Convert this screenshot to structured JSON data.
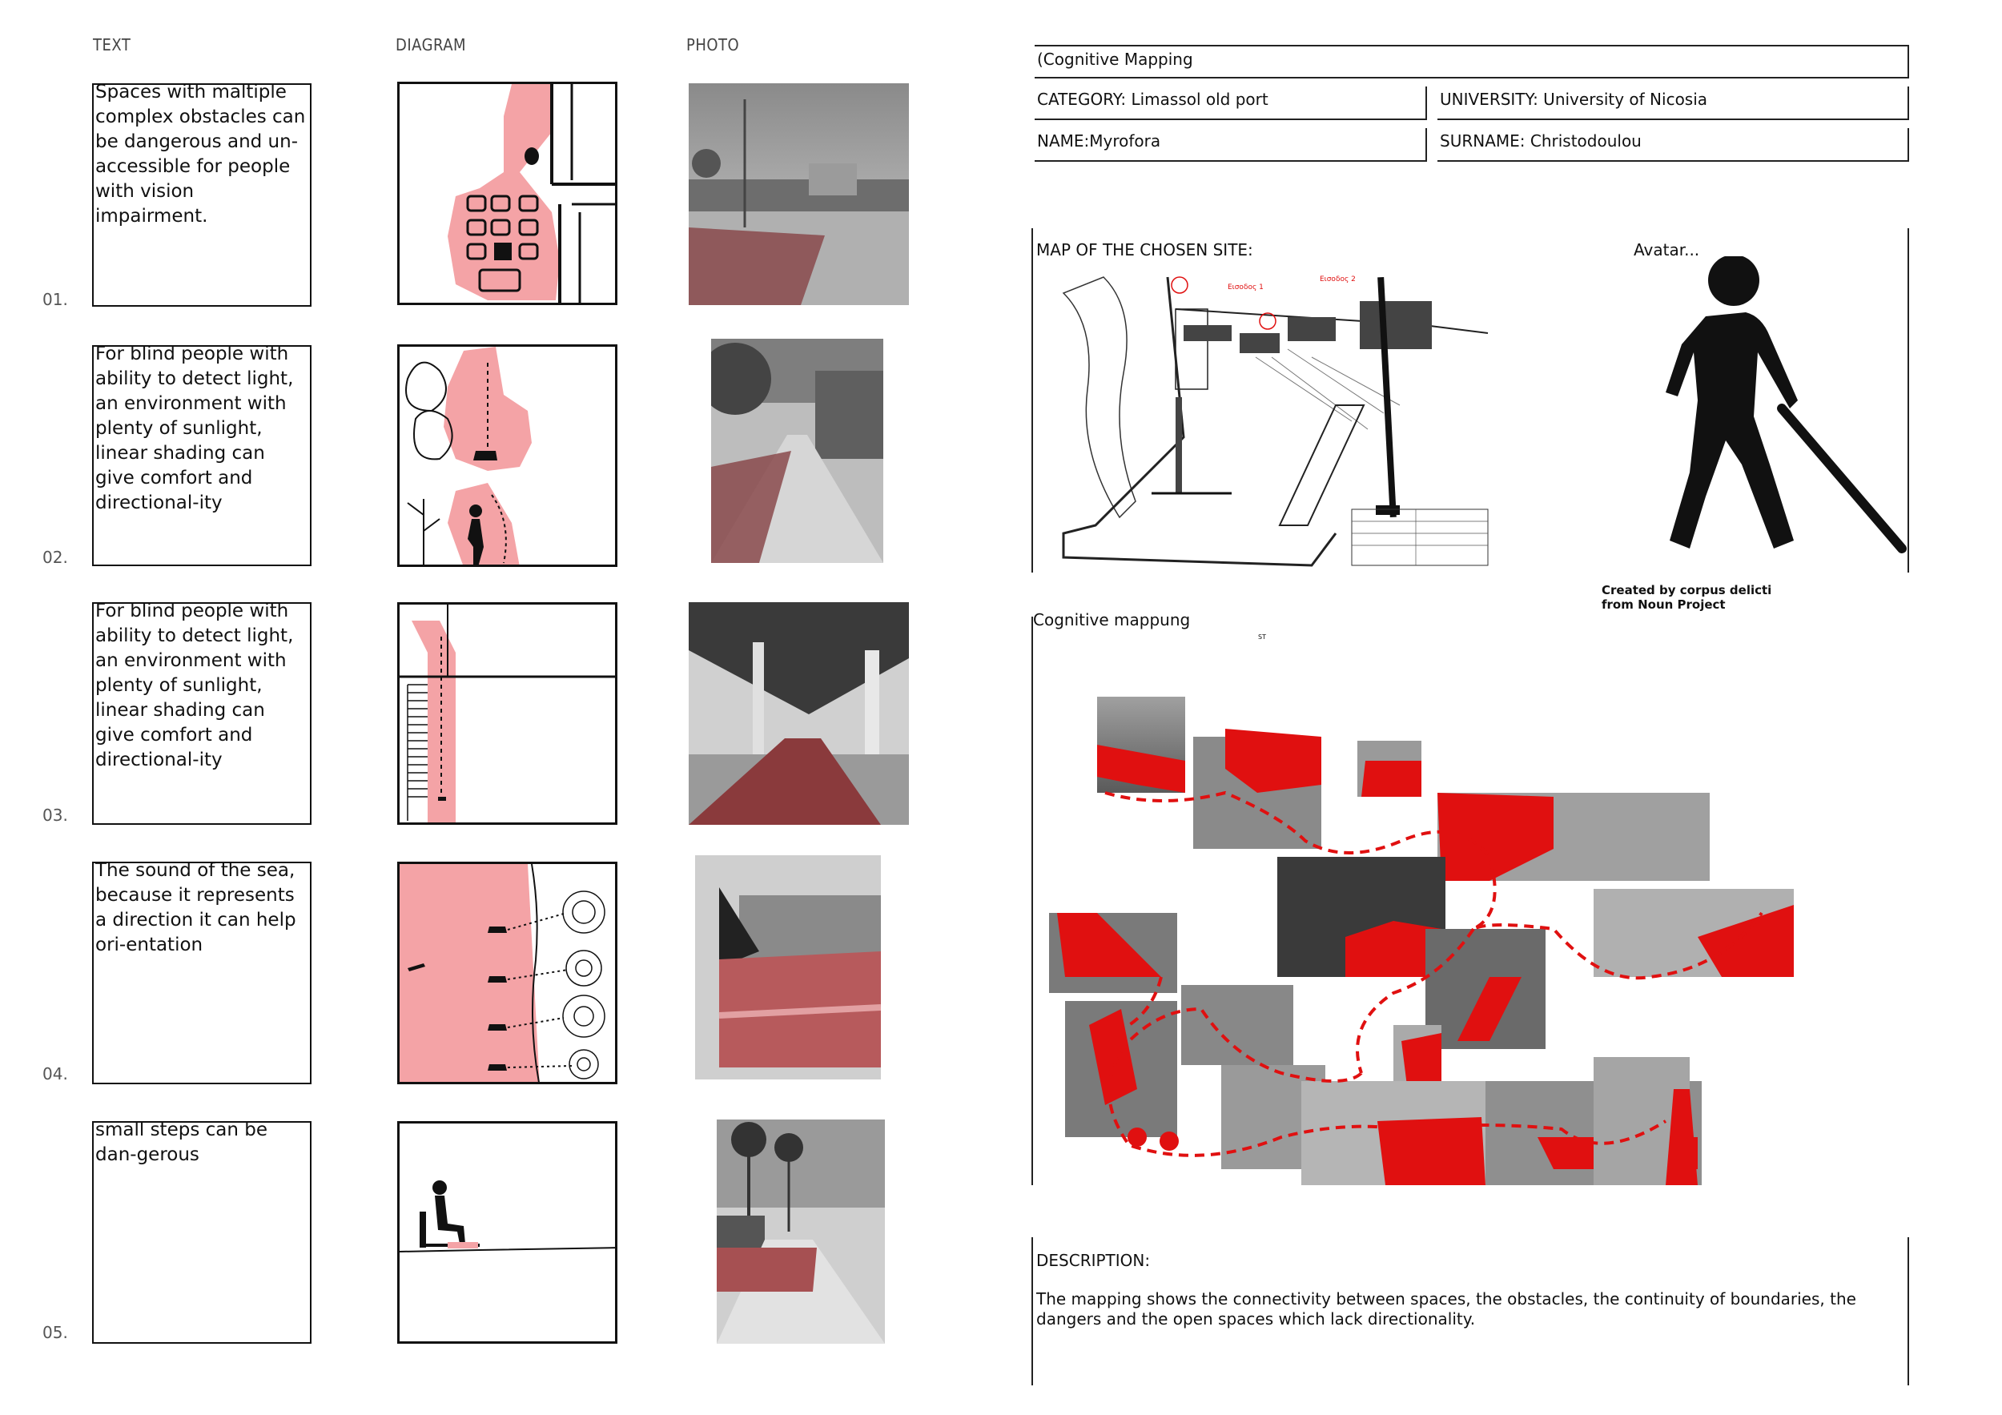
{
  "columns": {
    "text": "TEXT",
    "diagram": "DIAGRAM",
    "photo": "PHOTO"
  },
  "rows": [
    {
      "num": "01.",
      "text": "Spaces with maltiple complex obstacles can be dangerous and un-accessible for people with vision impairment."
    },
    {
      "num": "02.",
      "text": "For blind people with ability to detect light, an environment with plenty of sunlight, linear shading can give comfort and directional-ity"
    },
    {
      "num": "03.",
      "text": "For blind people with ability to detect light, an environment with plenty of sunlight, linear shading can give comfort and directional-ity"
    },
    {
      "num": "04.",
      "text": "The sound of the sea, because it represents a direction it can help ori-entation"
    },
    {
      "num": "05.",
      "text": "small steps can be dan-gerous"
    }
  ],
  "header": {
    "title": "(Cognitive Mapping",
    "category": "CATEGORY: Limassol old port",
    "university": "UNIVERSITY: University of Nicosia",
    "name": "NAME:Myrofora",
    "surname": "SURNAME: Christodoulou"
  },
  "map": {
    "label": "MAP OF THE CHOSEN SITE:"
  },
  "avatar": {
    "label": "Avatar...",
    "credit_line1": "Created by corpus delicti",
    "credit_line2": "from Noun Project"
  },
  "cognitive": {
    "label": "Cognitive mappung",
    "mark": "ST"
  },
  "description": {
    "label": "DESCRIPTION:",
    "text": "The mapping shows the connectivity between spaces, the obstacles, the continuity of boundaries, the dangers and the open spaces which lack directionality."
  },
  "colors": {
    "accent_red": "#e01010",
    "pink": "#f4a3a6",
    "ink": "#111111"
  }
}
